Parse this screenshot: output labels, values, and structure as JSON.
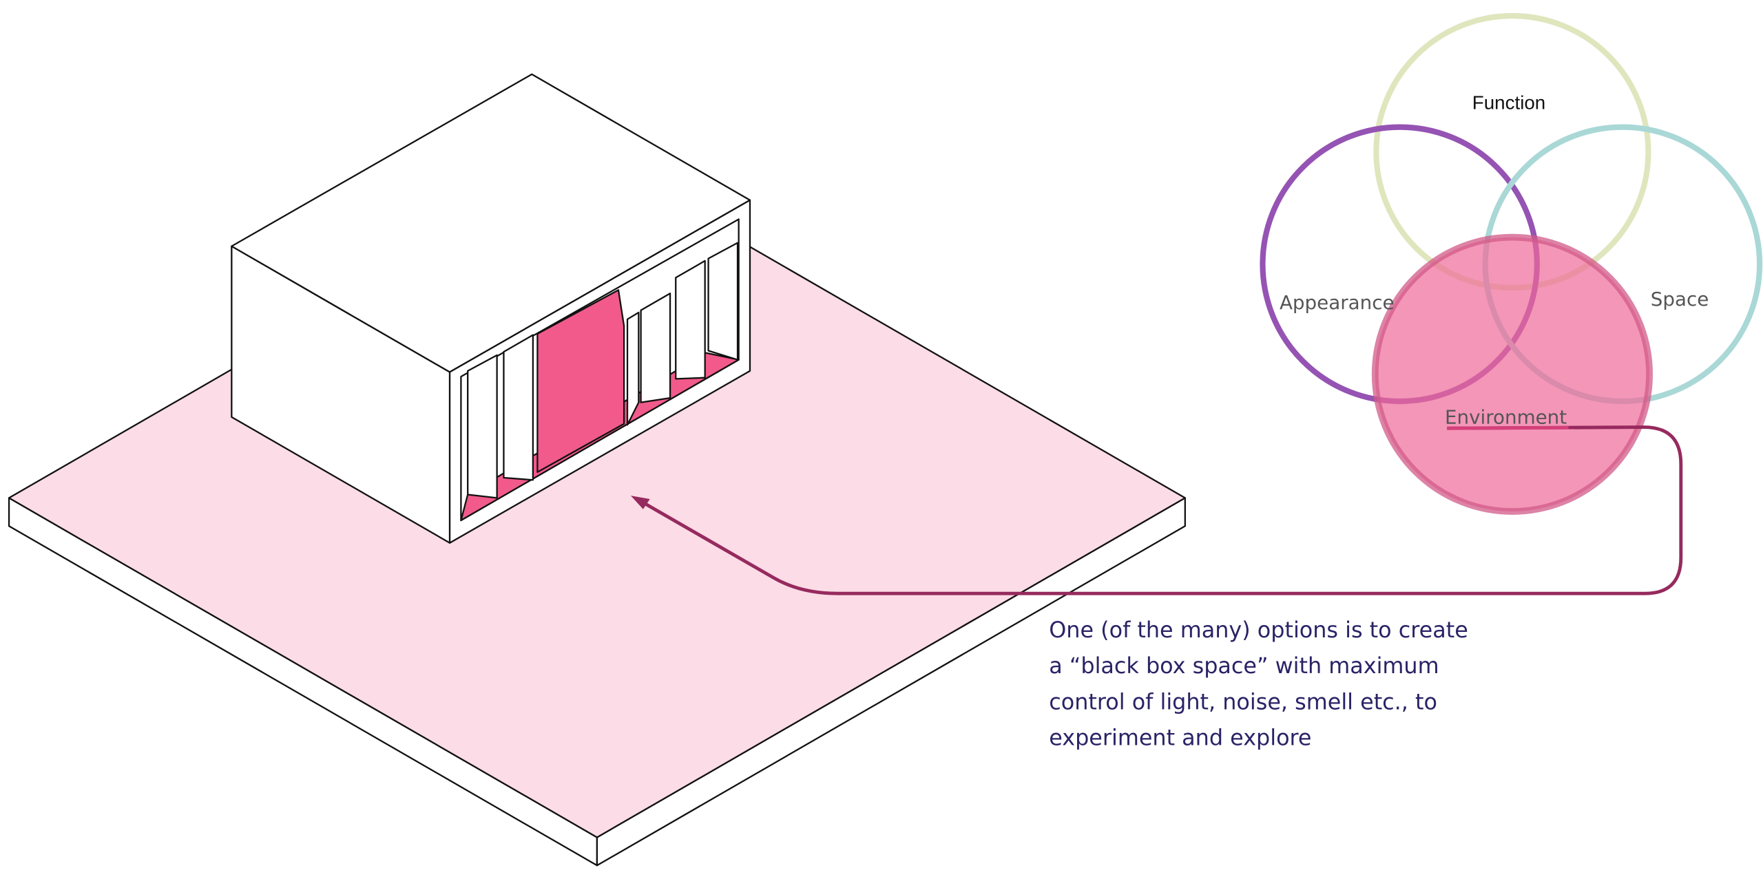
{
  "venn": {
    "function_label": "Function",
    "appearance_label": "Appearance",
    "space_label": "Space",
    "environment_label": "Environment",
    "colors": {
      "function": "#dfe6bd",
      "appearance": "#9553b3",
      "space": "#a9d8d6",
      "environment_fill": "#f28fb2",
      "environment_stroke": "#d9668f"
    }
  },
  "caption": {
    "lines": [
      "One (of the many) options is to create",
      "a “black box space” with maximum",
      "control of light, noise, smell etc., to",
      "experiment and explore"
    ]
  },
  "colors": {
    "platform": "#fcdce6",
    "accent_pink": "#f25a8c",
    "connector": "#962a5e",
    "text": "#2a2366"
  }
}
